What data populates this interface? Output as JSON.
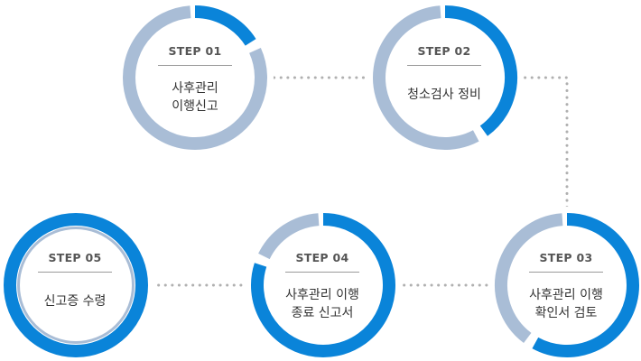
{
  "colors": {
    "accent": "#0a84d9",
    "track": "#a9bdd6",
    "connector": "#b0b0b0"
  },
  "steps": [
    {
      "label": "STEP 01",
      "title": "사후관리\n이행신고",
      "progress": 0.16
    },
    {
      "label": "STEP 02",
      "title": "청소검사 정비",
      "progress": 0.4
    },
    {
      "label": "STEP 03",
      "title": "사후관리 이행\n확인서 검토",
      "progress": 0.58
    },
    {
      "label": "STEP 04",
      "title": "사후관리 이행\n종료 신고서",
      "progress": 0.8
    },
    {
      "label": "STEP 05",
      "title": "신고증 수령",
      "progress": 1.0
    }
  ]
}
